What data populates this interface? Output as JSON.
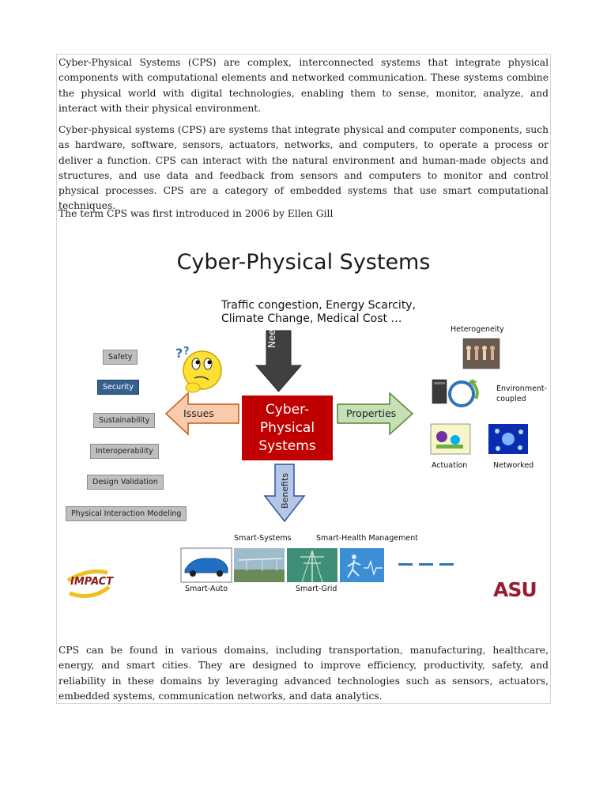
{
  "paragraphs": {
    "p1": "Cyber-Physical Systems (CPS) are complex, interconnected systems that integrate physical components with computational elements and networked communication. These systems combine the physical world with digital technologies, enabling them to sense, monitor, analyze, and interact with their physical environment.",
    "p2": "Cyber-physical systems (CPS) are systems that integrate physical and computer components, such as hardware, software, sensors, actuators, networks, and computers, to operate a process or deliver a function. CPS can interact with the natural environment and human-made objects and structures, and use data and feedback from sensors and computers to monitor and control physical processes. CPS are a category of embedded systems that use smart computational techniques.",
    "p3": "The term CPS was first introduced in 2006 by Ellen Gill",
    "p4": "CPS can be found in various domains, including transportation, manufacturing, healthcare, energy, and smart cities. They are designed to improve efficiency, productivity, safety, and reliability in these domains by leveraging advanced technologies such as sensors, actuators, embedded systems, communication networks, and data analytics."
  },
  "figure": {
    "title": "Cyber-Physical Systems",
    "need_line1": "Traffic congestion, Energy Scarcity,",
    "need_line2": "Climate Change, Medical Cost …",
    "need_label": "Need",
    "center_line1": "Cyber-",
    "center_line2": "Physical",
    "center_line3": "Systems",
    "issues_label": "Issues",
    "properties_label": "Properties",
    "benefits_label": "Benefits",
    "issues": [
      "Safety",
      "Security",
      "Sustainability",
      "Interoperability",
      "Design Validation",
      "Physical Interaction Modeling"
    ],
    "properties": {
      "heterogeneity": "Heterogeneity",
      "environment_line1": "Environment-",
      "environment_line2": "coupled",
      "actuation": "Actuation",
      "networked": "Networked"
    },
    "benefits": {
      "smart_systems": "Smart-Systems",
      "smart_health": "Smart-Health Management",
      "smart_auto": "Smart-Auto",
      "smart_grid": "Smart-Grid"
    },
    "logo_impact": "IMPACT",
    "logo_asu": "ASU"
  },
  "colors": {
    "center_red": "#c00000",
    "need_arrow": "#404040",
    "issues_arrow": "#f4b183",
    "properties_arrow": "#a9d18e",
    "benefits_arrow": "#8eaadb",
    "security_blue": "#365f91"
  }
}
